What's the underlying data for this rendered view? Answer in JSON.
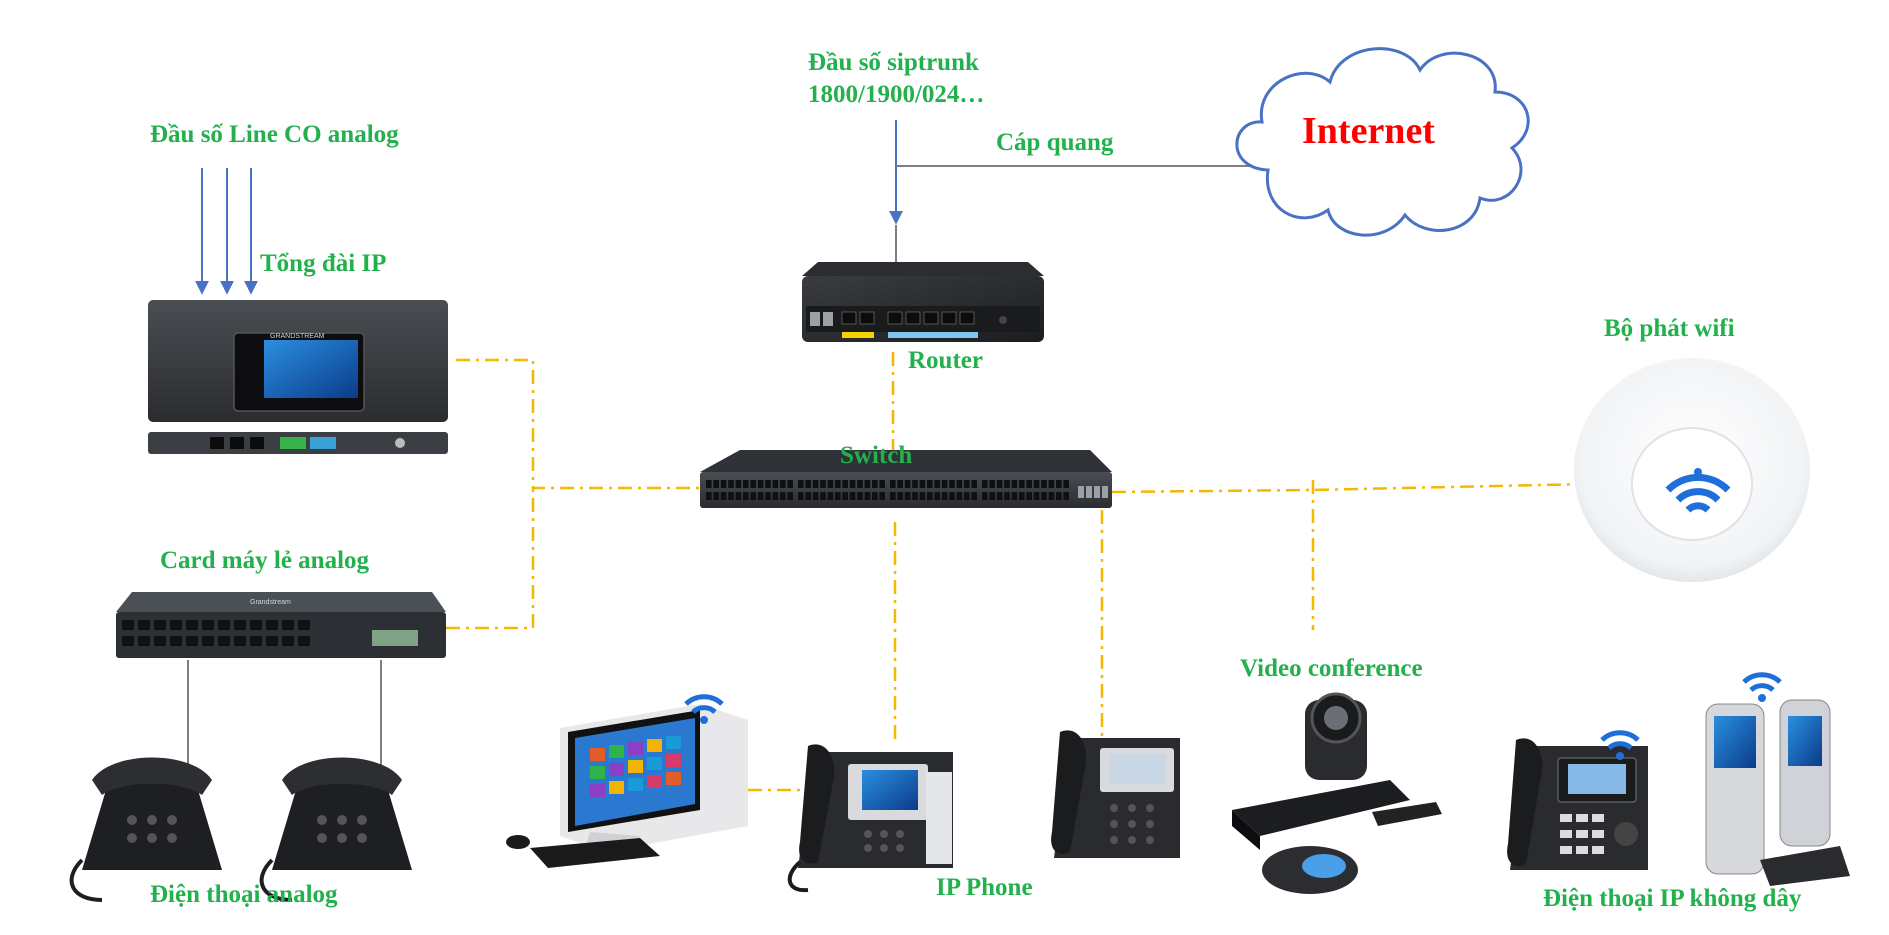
{
  "labels": {
    "line_co": "Đầu số  Line CO analog",
    "siptrunk_1": "Đầu số siptrunk",
    "siptrunk_2": "1800/1900/024…",
    "fiber": "Cáp quang",
    "internet": "Internet",
    "ip_pbx": "Tổng đài IP",
    "router": "Router",
    "switch": "Switch",
    "wifi_ap": "Bộ phát wifi",
    "analog_card": "Card máy lẻ analog",
    "video_conference": "Video conference",
    "analog_phones": "Điện thoại analog",
    "ip_phone": "IP Phone",
    "wireless_ip_phones": "Điện thoại IP không dây"
  },
  "device_text": {
    "pbx_brand": "GRANDSTREAM",
    "card_brand": "Grandstream"
  },
  "colors": {
    "label_green": "#22b14c",
    "internet_red": "#ff0000",
    "cable_yellow": "#f5b800",
    "incoming_blue": "#4a72c4",
    "cloud_blue": "#4a72c4",
    "fiber_gray": "#7f7f7f",
    "wifi_blue": "#1e6fd9"
  },
  "icons": [
    "cloud-icon",
    "wifi-icon",
    "router-icon",
    "switch-icon",
    "pbx-icon",
    "analog-card-icon",
    "analog-phone-icon",
    "desktop-computer-icon",
    "ip-phone-icon",
    "video-conference-icon",
    "dect-phone-icon",
    "access-point-icon"
  ]
}
